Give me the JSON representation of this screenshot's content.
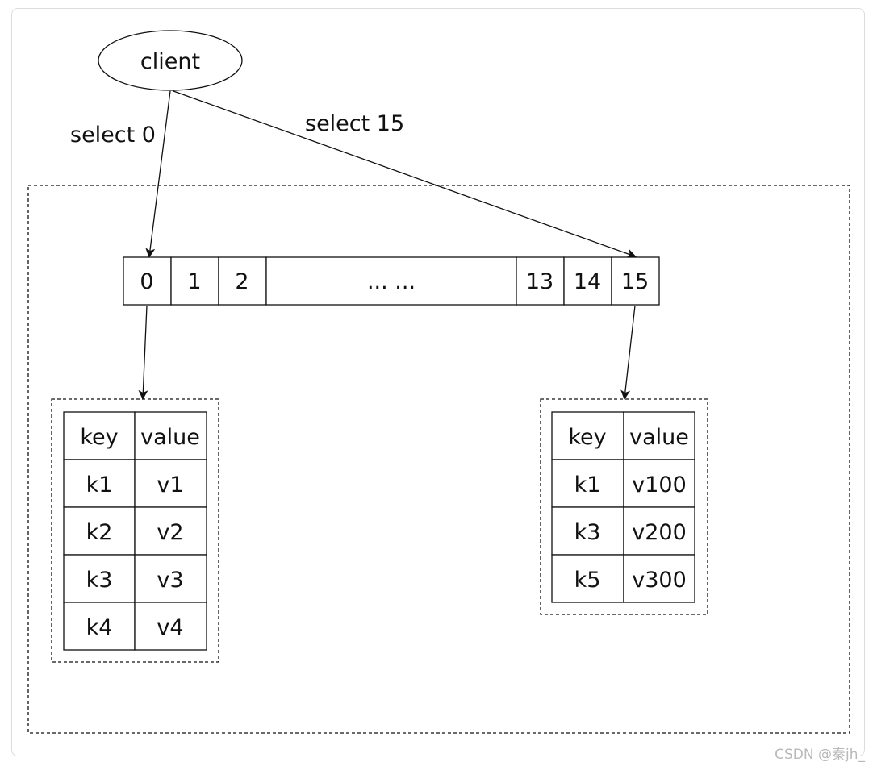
{
  "client": {
    "label": "client"
  },
  "edges": {
    "to_first": "select 0",
    "to_last": "select 15"
  },
  "db_array": {
    "cells": [
      "0",
      "1",
      "2",
      "... ...",
      "13",
      "14",
      "15"
    ]
  },
  "table_left": {
    "header": [
      "key",
      "value"
    ],
    "rows": [
      [
        "k1",
        "v1"
      ],
      [
        "k2",
        "v2"
      ],
      [
        "k3",
        "v3"
      ],
      [
        "k4",
        "v4"
      ]
    ]
  },
  "table_right": {
    "header": [
      "key",
      "value"
    ],
    "rows": [
      [
        "k1",
        "v100"
      ],
      [
        "k3",
        "v200"
      ],
      [
        "k5",
        "v300"
      ]
    ]
  },
  "watermark": "CSDN @秦jh_"
}
